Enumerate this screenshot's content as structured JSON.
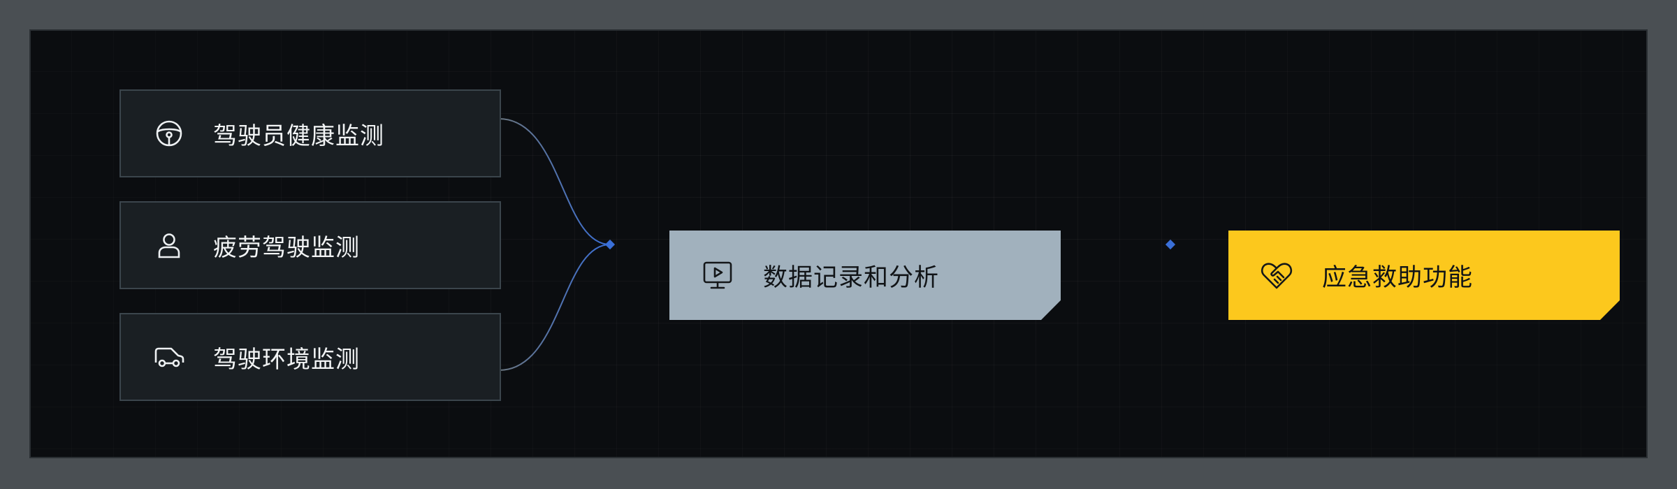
{
  "inputs": [
    {
      "label": "驾驶员健康监测",
      "icon": "steering-wheel-icon"
    },
    {
      "label": "疲劳驾驶监测",
      "icon": "person-icon"
    },
    {
      "label": "驾驶环境监测",
      "icon": "car-icon"
    }
  ],
  "process": {
    "label": "数据记录和分析",
    "icon": "monitor-play-icon"
  },
  "output": {
    "label": "应急救助功能",
    "icon": "heart-handshake-icon"
  },
  "colors": {
    "background": "#0b0d10",
    "border": "#4a4f53",
    "input_box": "#1a1f23",
    "process_box": "#a1b1bd",
    "output_box": "#fcc81d",
    "connector": "#3a6fd8"
  }
}
